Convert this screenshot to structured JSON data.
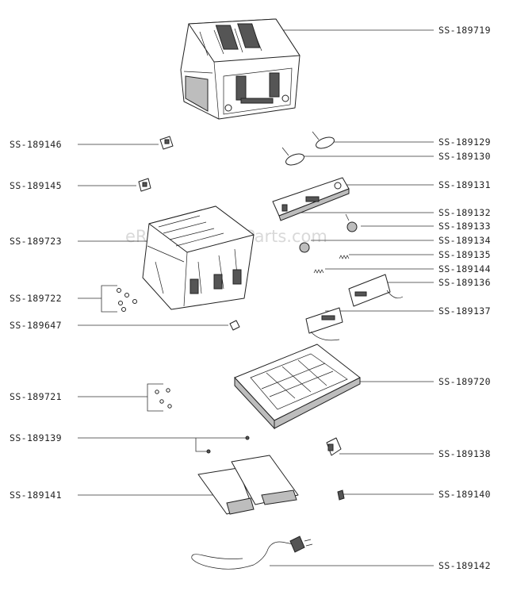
{
  "watermark": "eReplacementParts.com",
  "labels": {
    "ss189719": "SS-189719",
    "ss189146": "SS-189146",
    "ss189145": "SS-189145",
    "ss189723": "SS-189723",
    "ss189722": "SS-189722",
    "ss189647": "SS-189647",
    "ss189721": "SS-189721",
    "ss189139": "SS-189139",
    "ss189141": "SS-189141",
    "ss189129": "SS-189129",
    "ss189130": "SS-189130",
    "ss189131": "SS-189131",
    "ss189132": "SS-189132",
    "ss189133": "SS-189133",
    "ss189134": "SS-189134",
    "ss189135": "SS-189135",
    "ss189144": "SS-189144",
    "ss189136": "SS-189136",
    "ss189137": "SS-189137",
    "ss189720": "SS-189720",
    "ss189138": "SS-189138",
    "ss189140": "SS-189140",
    "ss189142": "SS-189142"
  }
}
